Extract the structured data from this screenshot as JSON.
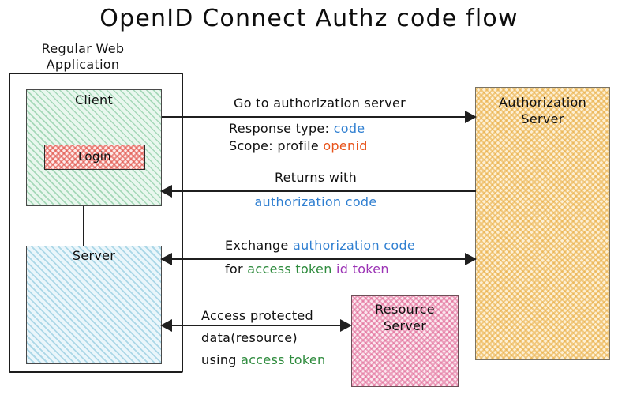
{
  "diagram": {
    "title": "OpenID Connect Authz code flow",
    "app_frame": {
      "label_line1": "Regular Web",
      "label_line2": "Application"
    },
    "nodes": {
      "client": {
        "label": "Client",
        "fill": "#e9f7ee",
        "hatch": "#6ebe8c"
      },
      "login": {
        "label": "Login",
        "fill": "#fdeceb",
        "hatch": "#e05046"
      },
      "server": {
        "label": "Server",
        "fill": "#eaf6fb",
        "hatch": "#78bed7"
      },
      "authz_server": {
        "label_line1": "Authorization",
        "label_line2": "Server",
        "fill": "#fdf0d5",
        "hatch": "#e8aa3c"
      },
      "resource_server": {
        "label_line1": "Resource",
        "label_line2": "Server",
        "fill": "#fbe8ef",
        "hatch": "#de5a8c"
      }
    },
    "flows": [
      {
        "id": "flow-1-authorize-request",
        "direction": "client-to-authz",
        "above": "Go to authorization server",
        "below_line1_prefix": "Response type: ",
        "below_line1_keyword": "code",
        "below_line1_keyword_color": "#2f7fd1",
        "below_line2_prefix": "Scope: profile ",
        "below_line2_keyword": "openid",
        "below_line2_keyword_color": "#e8531a"
      },
      {
        "id": "flow-2-authorize-response",
        "direction": "authz-to-client",
        "above": "Returns with",
        "below_keyword": "authorization code",
        "below_keyword_color": "#2f7fd1"
      },
      {
        "id": "flow-3-token-exchange",
        "direction": "server-to-authz",
        "above_prefix": "Exchange ",
        "above_keyword": "authorization code",
        "above_keyword_color": "#2f7fd1",
        "below_prefix": "for ",
        "below_keyword_1": "access token",
        "below_keyword_1_color": "#2e8b3d",
        "below_keyword_2": "id token",
        "below_keyword_2_color": "#9b33b5"
      },
      {
        "id": "flow-4-resource-access",
        "direction": "bidirectional-server-resource",
        "line1": "Access protected",
        "line2": "data(resource)",
        "line3_prefix": "using ",
        "line3_keyword": "access token",
        "line3_keyword_color": "#2e8b3d"
      }
    ]
  }
}
